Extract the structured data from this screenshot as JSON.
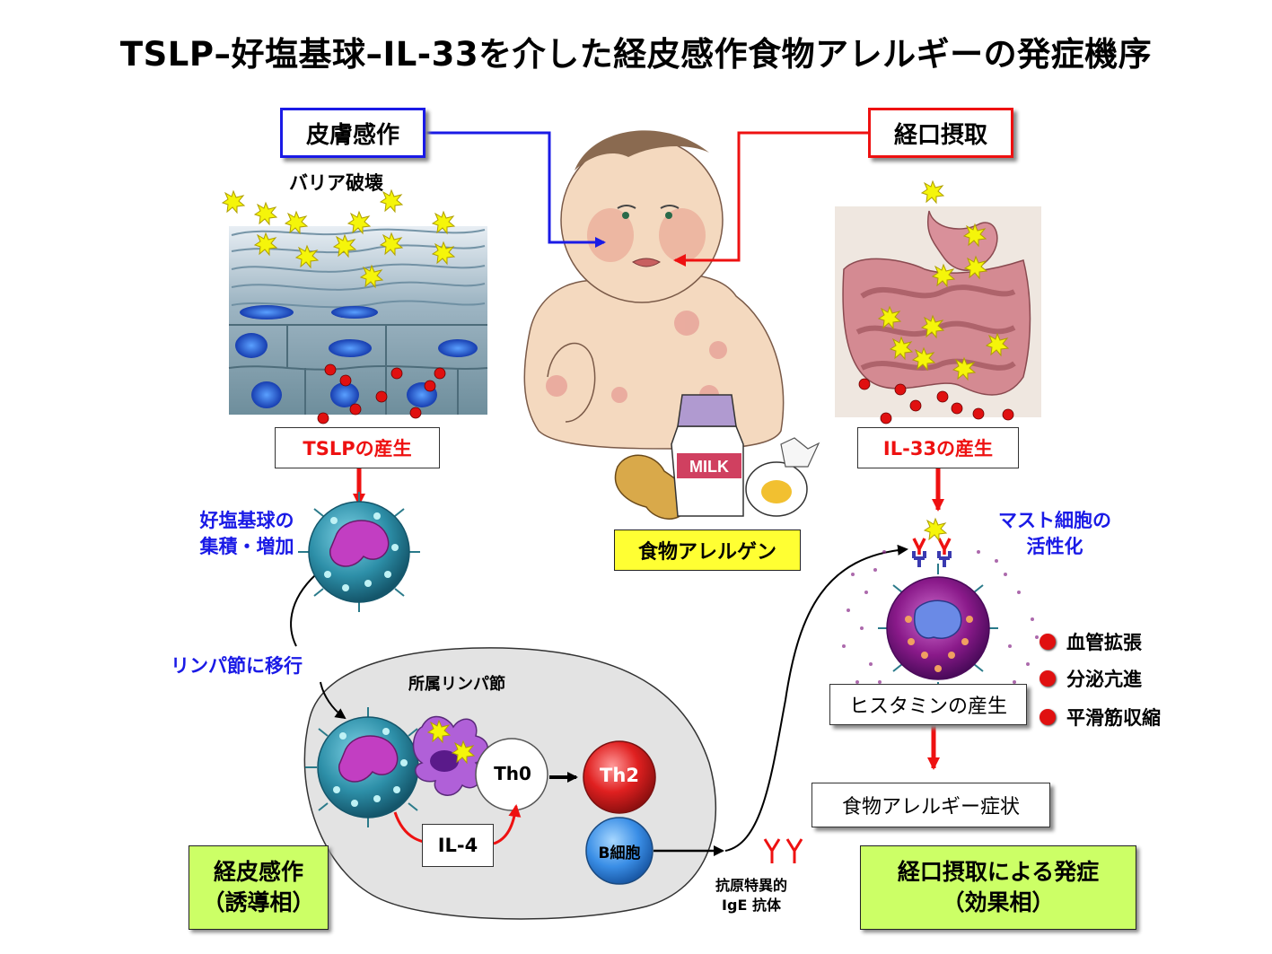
{
  "title": "TSLP–好塩基球–IL-33を介した経皮感作食物アレルギーの発症機序",
  "skin": {
    "box_label": "皮膚感作",
    "barrier_label": "バリア破壊",
    "tslp_label": "TSLPの産生",
    "basophil_label_1": "好塩基球の",
    "basophil_label_2": "集積・増加",
    "migration_label": "リンパ節に移行"
  },
  "oral": {
    "box_label": "経口摂取",
    "il33_label": "IL-33の産生",
    "mast_label_1": "マスト細胞の",
    "mast_label_2": "活性化",
    "histamine_label": "ヒスタミンの産生",
    "symptom_label": "食物アレルギー症状",
    "effects": [
      "血管拡張",
      "分泌亢進",
      "平滑筋収縮"
    ]
  },
  "allergen": {
    "label": "食物アレルゲン",
    "milk_text": "MILK"
  },
  "lymph_node": {
    "label": "所属リンパ節",
    "th0": "Th0",
    "th2": "Th2",
    "il4": "IL-4",
    "bcell": "B細胞"
  },
  "ige": {
    "label_1": "抗原特異的",
    "label_2": "IgE 抗体"
  },
  "phases": {
    "induction_1": "経皮感作",
    "induction_2": "（誘導相）",
    "effect_1": "経口摂取による発症",
    "effect_2": "（効果相）"
  },
  "colors": {
    "blue": "#1a1ae6",
    "red": "#ee1111",
    "yellow_box": "#ffff33",
    "green_box": "#ccff66"
  }
}
